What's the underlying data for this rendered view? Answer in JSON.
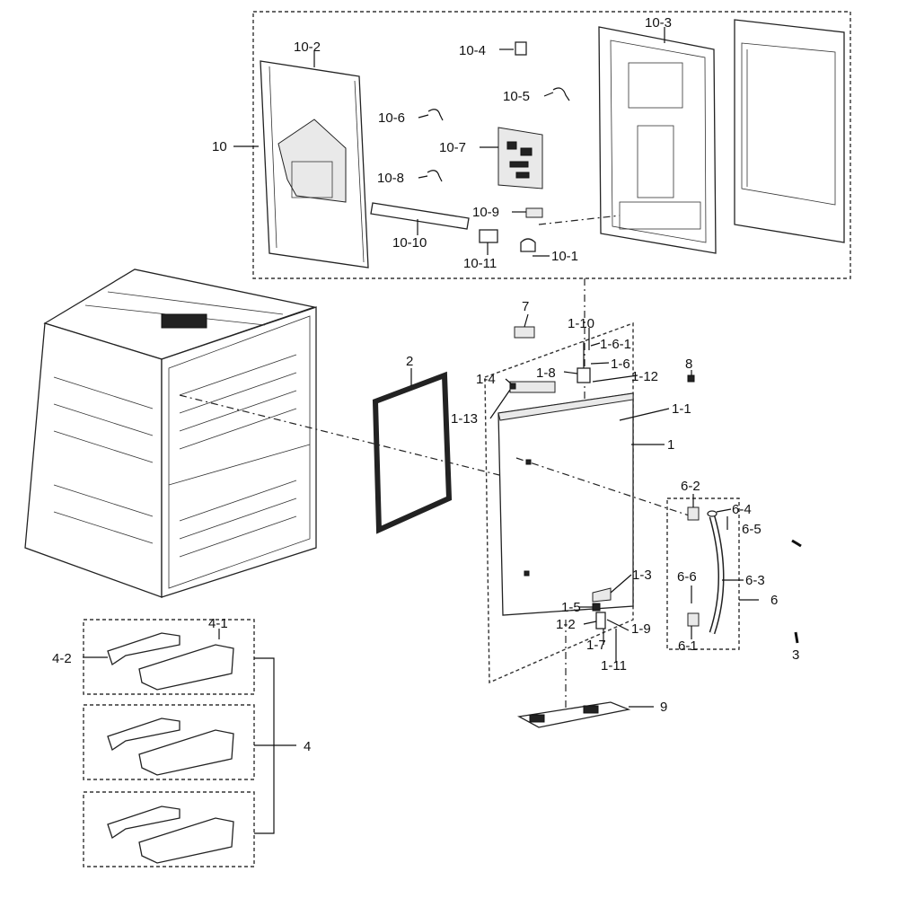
{
  "labels": {
    "p10": "10",
    "p10_1": "10-1",
    "p10_2": "10-2",
    "p10_3": "10-3",
    "p10_4": "10-4",
    "p10_5": "10-5",
    "p10_6": "10-6",
    "p10_7": "10-7",
    "p10_8": "10-8",
    "p10_9": "10-9",
    "p10_10": "10-10",
    "p10_11": "10-11",
    "p1": "1",
    "p1_1": "1-1",
    "p1_2": "1-2",
    "p1_3": "1-3",
    "p1_4": "1-4",
    "p1_5": "1-5",
    "p1_6": "1-6",
    "p1_6_1": "1-6-1",
    "p1_7": "1-7",
    "p1_8": "1-8",
    "p1_9": "1-9",
    "p1_10": "1-10",
    "p1_11": "1-11",
    "p1_12": "1-12",
    "p1_13": "1-13",
    "p2": "2",
    "p3": "3",
    "p4": "4",
    "p4_1": "4-1",
    "p4_2": "4-2",
    "p6": "6",
    "p6_1": "6-1",
    "p6_2": "6-2",
    "p6_3": "6-3",
    "p6_4": "6-4",
    "p6_5": "6-5",
    "p6_6": "6-6",
    "p7": "7",
    "p8": "8",
    "p9": "9"
  }
}
